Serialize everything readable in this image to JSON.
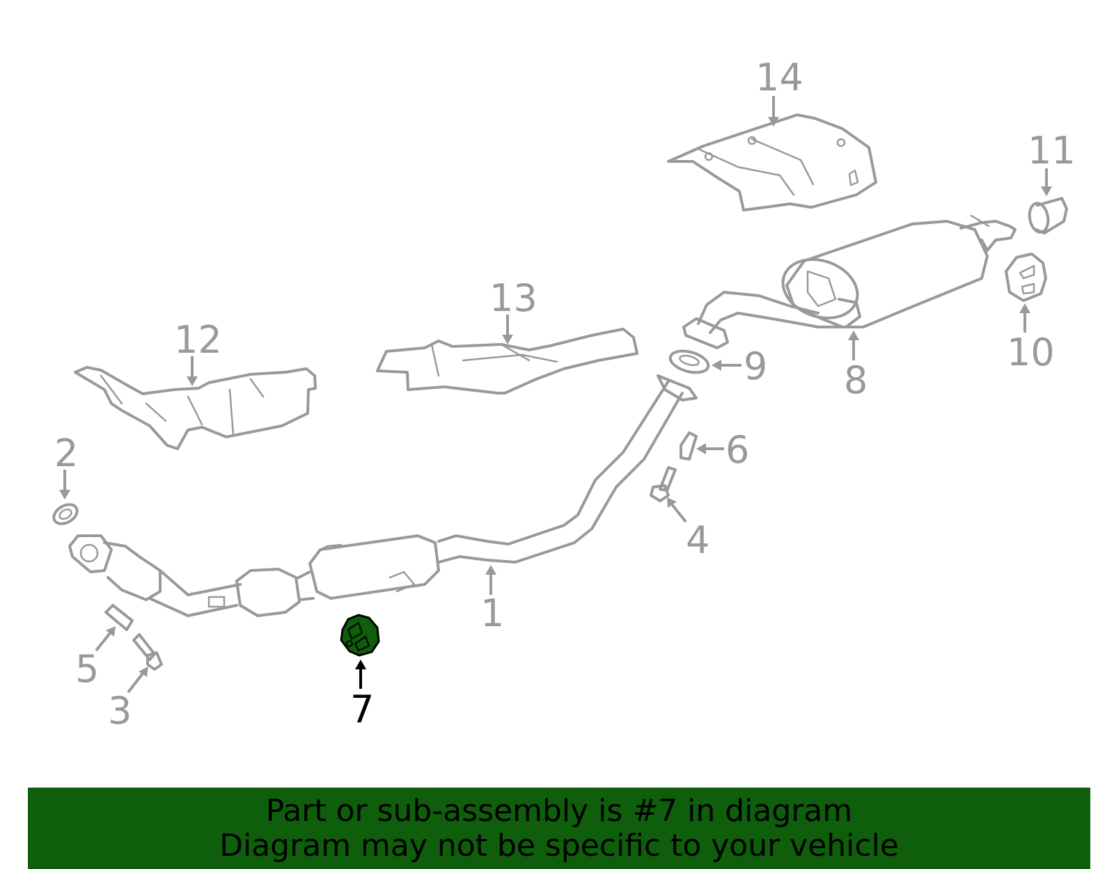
{
  "callouts": [
    {
      "id": "1",
      "label": "1"
    },
    {
      "id": "2",
      "label": "2"
    },
    {
      "id": "3",
      "label": "3"
    },
    {
      "id": "4",
      "label": "4"
    },
    {
      "id": "5",
      "label": "5"
    },
    {
      "id": "6",
      "label": "6"
    },
    {
      "id": "7",
      "label": "7",
      "highlighted": true
    },
    {
      "id": "8",
      "label": "8"
    },
    {
      "id": "9",
      "label": "9"
    },
    {
      "id": "10",
      "label": "10"
    },
    {
      "id": "11",
      "label": "11"
    },
    {
      "id": "12",
      "label": "12"
    },
    {
      "id": "13",
      "label": "13"
    },
    {
      "id": "14",
      "label": "14"
    }
  ],
  "highlighted_part": "7",
  "colors": {
    "line": "#999999",
    "highlight_fill": "#0e5e0b",
    "highlight_text": "#000000",
    "banner_bg": "#0e5e0b",
    "banner_text": "#000000"
  },
  "banner": {
    "line1": "Part or sub-assembly is #7 in diagram",
    "line2": "Diagram may not be specific to your vehicle"
  }
}
